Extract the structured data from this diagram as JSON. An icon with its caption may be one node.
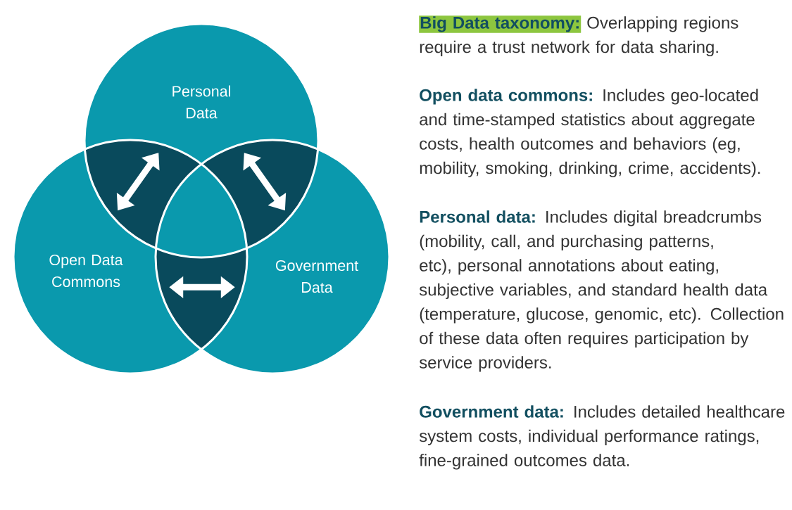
{
  "diagram": {
    "nodes": [
      {
        "text": [
          "Personal Data"
        ]
      },
      {
        "text": [
          "Open Data Commons"
        ]
      },
      {
        "text": [
          "Government Data"
        ]
      }
    ],
    "edges": [
      {
        "from": 0,
        "to": 1,
        "arrow": "both"
      },
      {
        "from": 0,
        "to": 2,
        "arrow": "both"
      },
      {
        "from": 1,
        "to": 2,
        "arrow": "both"
      }
    ],
    "labels": [
      "**Big Data taxonomy:** Overlapping regions require a trust network for data sharing.",
      "**Open data commons:** Includes geo-located and time-stamped statistics about aggregate costs, health outcomes and behaviors (eg, mobility, smoking, drinking, crime, accidents).",
      "**Personal data:** Includes digital breadcrumbs (mobility, call, and purchasing patterns, etc), personal annotations about eating, subjective variables, and standard health data (temperature, glucose, genomic, etc). Collection of these data often requires participation by service providers.",
      "**Government data:** Includes detailed healthcare system costs, individual performance ratings, fine-grained outcomes data."
    ]
  }
}
